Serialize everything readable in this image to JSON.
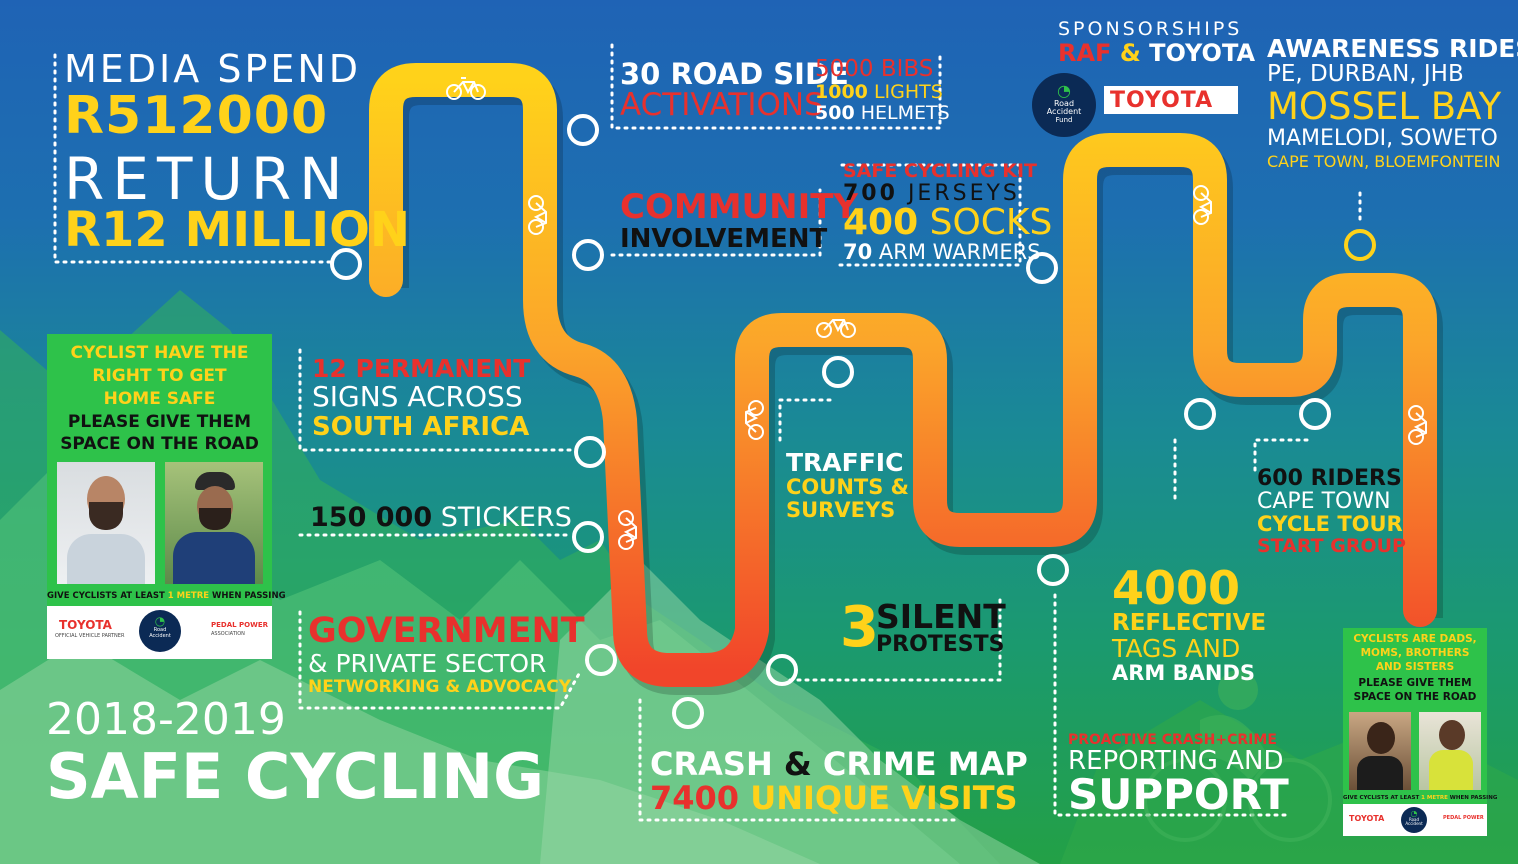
{
  "colors": {
    "yellow": "#ffd21a",
    "red": "#e8312d",
    "road_top": "#ffd21a",
    "road_bottom": "#f0482a"
  },
  "media": {
    "l1": "MEDIA SPEND",
    "l2": "R512000",
    "l3": "RETURN",
    "l4": "R12 MILLION"
  },
  "activations": {
    "l1": "30 ROAD SIDE",
    "l2": "ACTIVATIONS",
    "bibs": "5000 BIBS",
    "lights_num": "1000",
    "lights": "LIGHTS",
    "helmets_num": "500",
    "helmets": "HELMETS"
  },
  "sponsor": {
    "l1": "SPONSORSHIPS",
    "l2a": "RAF",
    "l2b": "&",
    "l2c": "TOYOTA",
    "toyota_logo": "TOYOTA",
    "raf_logo_l1": "Road",
    "raf_logo_l2": "Accident",
    "raf_logo_l3": "Fund"
  },
  "rides": {
    "l1": "AWARENESS RIDES",
    "l2": "PE, DURBAN, JHB",
    "l3": "MOSSEL BAY",
    "l4": "MAMELODI, SOWETO",
    "l5": "CAPE TOWN, BLOEMFONTEIN"
  },
  "community": {
    "l1": "COMMUNITY",
    "l2": "INVOLVEMENT"
  },
  "kit": {
    "l1": "SAFE CYCLING KIT",
    "jerseys_num": "700",
    "jerseys": "JERSEYS",
    "socks_num": "400",
    "socks": "SOCKS",
    "arm_num": "70",
    "arm": "ARM WARMERS"
  },
  "signs": {
    "l1": "12 PERMANENT",
    "l2": "SIGNS ACROSS",
    "l3": "SOUTH AFRICA"
  },
  "stickers": {
    "num": "150 000",
    "label": "STICKERS"
  },
  "government": {
    "l1": "GOVERNMENT",
    "l2": "& PRIVATE SECTOR",
    "l3": "NETWORKING & ADVOCACY"
  },
  "traffic": {
    "l1": "TRAFFIC",
    "l2": "COUNTS &",
    "l3": "SURVEYS"
  },
  "protests": {
    "num": "3",
    "l1": "SILENT",
    "l2": "PROTESTS"
  },
  "crashmap": {
    "l1a": "CRASH",
    "l1b": "&",
    "l1c": "CRIME MAP",
    "l2a": "7400",
    "l2b": "UNIQUE VISITS"
  },
  "tags": {
    "num": "4000",
    "l1": "REFLECTIVE",
    "l2": "TAGS AND",
    "l3": "ARM BANDS"
  },
  "riders": {
    "l1": "600 RIDERS",
    "l2": "CAPE TOWN",
    "l3": "CYCLE TOUR",
    "l4": "START GROUP"
  },
  "reporting": {
    "l1": "PROACTIVE CRASH+CRIME",
    "l2": "REPORTING AND",
    "l3": "SUPPORT"
  },
  "title": {
    "years": "2018-2019",
    "name": "SAFE CYCLING"
  },
  "poster1": {
    "h1": "CYCLIST HAVE THE",
    "h2": "RIGHT TO GET",
    "h3": "HOME SAFE",
    "h4": "PLEASE GIVE THEM",
    "h5": "SPACE ON THE ROAD",
    "foot_a": "GIVE CYCLISTS AT LEAST",
    "foot_b": "1 METRE",
    "foot_c": "WHEN PASSING",
    "toyota": "TOYOTA",
    "toyota_sub": "OFFICIAL VEHICLE PARTNER",
    "pedal": "PEDAL POWER",
    "pedal_sub": "ASSOCIATION"
  },
  "poster2": {
    "h1": "CYCLISTS ARE DADS,",
    "h2": "MOMS, BROTHERS",
    "h3": "AND SISTERS",
    "h4": "PLEASE GIVE THEM",
    "h5": "SPACE ON THE ROAD",
    "foot_a": "GIVE CYCLISTS AT LEAST",
    "foot_b": "1 METRE",
    "foot_c": "WHEN PASSING",
    "toyota": "TOYOTA",
    "pedal": "PEDAL POWER"
  }
}
